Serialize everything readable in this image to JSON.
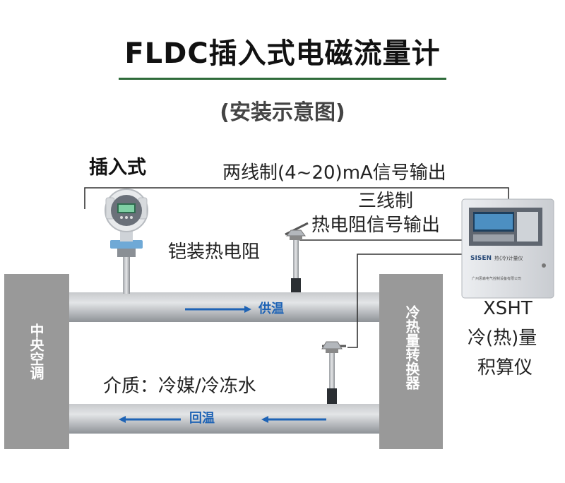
{
  "title": "FLDC插入式电磁流量计",
  "subtitle": "(安装示意图)",
  "labels": {
    "insertion_type": "插入式",
    "two_wire_output": "两线制(4~20)mA信号输出",
    "three_wire": "三线制",
    "rtd_output": "热电阻信号输出",
    "armored_rtd": "铠装热电阻",
    "medium": "介质：冷媒/冷冻水",
    "supply": "供温",
    "return": "回温"
  },
  "left_block": "中央空调",
  "right_block": "冷热量转换器",
  "calculator": {
    "model": "XSHT",
    "line2": "冷(热)量",
    "line3": "积算仪",
    "panel_brand": "SISEN",
    "panel_text": "热(冷)计量仪",
    "panel_footer": "广州思森电气控制设备有限公司"
  },
  "colors": {
    "accent_green": "#2e6b3a",
    "flow_blue": "#1e63b5",
    "block_gray": "#999999"
  }
}
